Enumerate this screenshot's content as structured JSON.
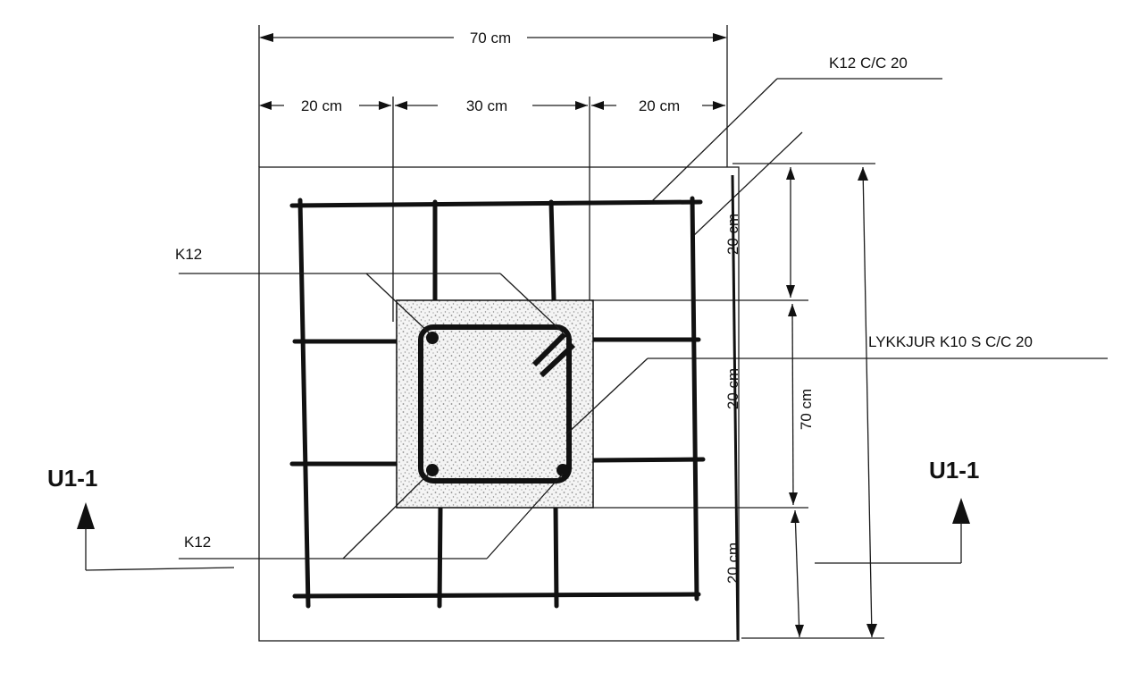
{
  "dimensions": {
    "overall_width": "70 cm",
    "seg_left": "20 cm",
    "seg_mid": "30 cm",
    "seg_right": "20 cm",
    "height_total": "70 cm",
    "height_segments": [
      "20 cm",
      "20 cm",
      "20 cm"
    ]
  },
  "labels": {
    "mesh": "K12 C/C 20",
    "bar_top": "K12",
    "bar_bottom": "K12",
    "stirrup": "LYKKJUR K10 S C/C 20"
  },
  "section": {
    "left": "U1-1",
    "right": "U1-1"
  },
  "colors": {
    "line": "#111111",
    "concrete_fill": "#f4f4f4",
    "concrete_speckle": "#8a8a8a",
    "background": "#ffffff"
  }
}
